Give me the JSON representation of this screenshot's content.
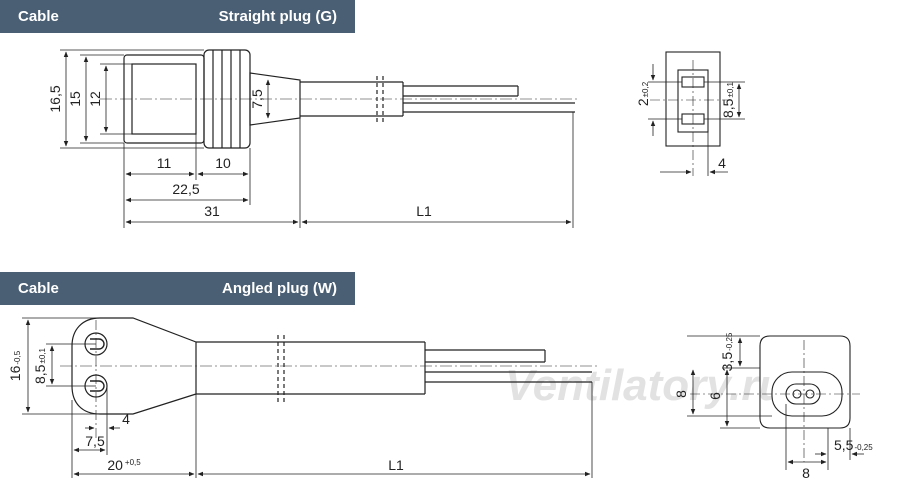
{
  "section1": {
    "left": "Cable",
    "right": "Straight plug (G)"
  },
  "section2": {
    "left": "Cable",
    "right": "Angled plug (W)"
  },
  "straight": {
    "d_165": "16,5",
    "d_15": "15",
    "d_12": "12",
    "d_75": "7,5",
    "d_11": "11",
    "d_10": "10",
    "d_225": "22,5",
    "d_31": "31",
    "d_L1": "L1",
    "side_2": "2",
    "side_2_tol": "±0,2",
    "side_85": "8,5",
    "side_85_tol": "±0,1",
    "side_4": "4"
  },
  "angled": {
    "d_16": "16",
    "d_16_tol": "-0,5",
    "d_85": "8,5",
    "d_85_tol": "±0,1",
    "d_4": "4",
    "d_75": "7,5",
    "d_20": "20",
    "d_20_tol": "+0,5",
    "d_L1": "L1",
    "side_35": "3,5",
    "side_35_tol": "-0,25",
    "side_8": "8",
    "side_6": "6",
    "side_55": "5,5",
    "side_55_tol": "-0,25",
    "side_8b": "8"
  },
  "watermark": "Ventilatory.ru"
}
